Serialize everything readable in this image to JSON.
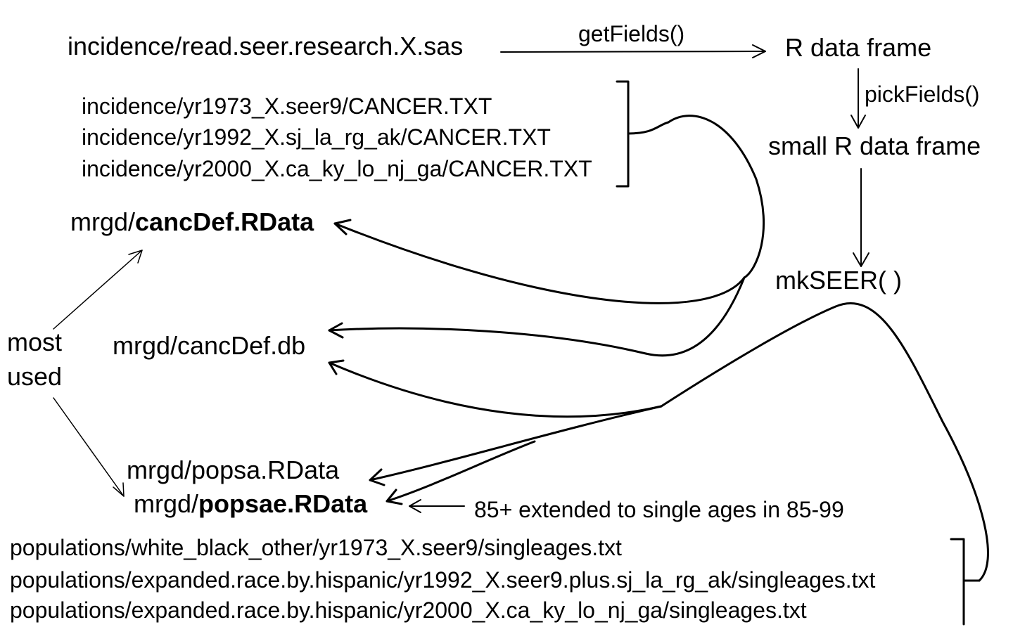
{
  "sas_file": "incidence/read.seer.research.X.sas",
  "get_fields": "getFields()",
  "r_data_frame": "R data frame",
  "pick_fields": "pickFields()",
  "small_r_data_frame": "small R data frame",
  "mk_seer": "mkSEER(  )",
  "incidence_files": [
    "incidence/yr1973_X.seer9/CANCER.TXT",
    "incidence/yr1992_X.sj_la_rg_ak/CANCER.TXT",
    "incidence/yr2000_X.ca_ky_lo_nj_ga/CANCER.TXT"
  ],
  "cancdef_rdata": {
    "prefix": "mrgd/",
    "name": "cancDef.RData"
  },
  "cancdef_db": "mrgd/cancDef.db",
  "most_used": [
    "most",
    "used"
  ],
  "popsa": "mrgd/popsa.RData",
  "popsae": {
    "prefix": "mrgd/",
    "name": "popsae.RData"
  },
  "extension_note": "85+ extended to single ages in 85-99",
  "population_files": [
    "populations/white_black_other/yr1973_X.seer9/singleages.txt",
    "populations/expanded.race.by.hispanic/yr1992_X.seer9.plus.sj_la_rg_ak/singleages.txt",
    "populations/expanded.race.by.hispanic/yr2000_X.ca_ky_lo_nj_ga/singleages.txt"
  ]
}
